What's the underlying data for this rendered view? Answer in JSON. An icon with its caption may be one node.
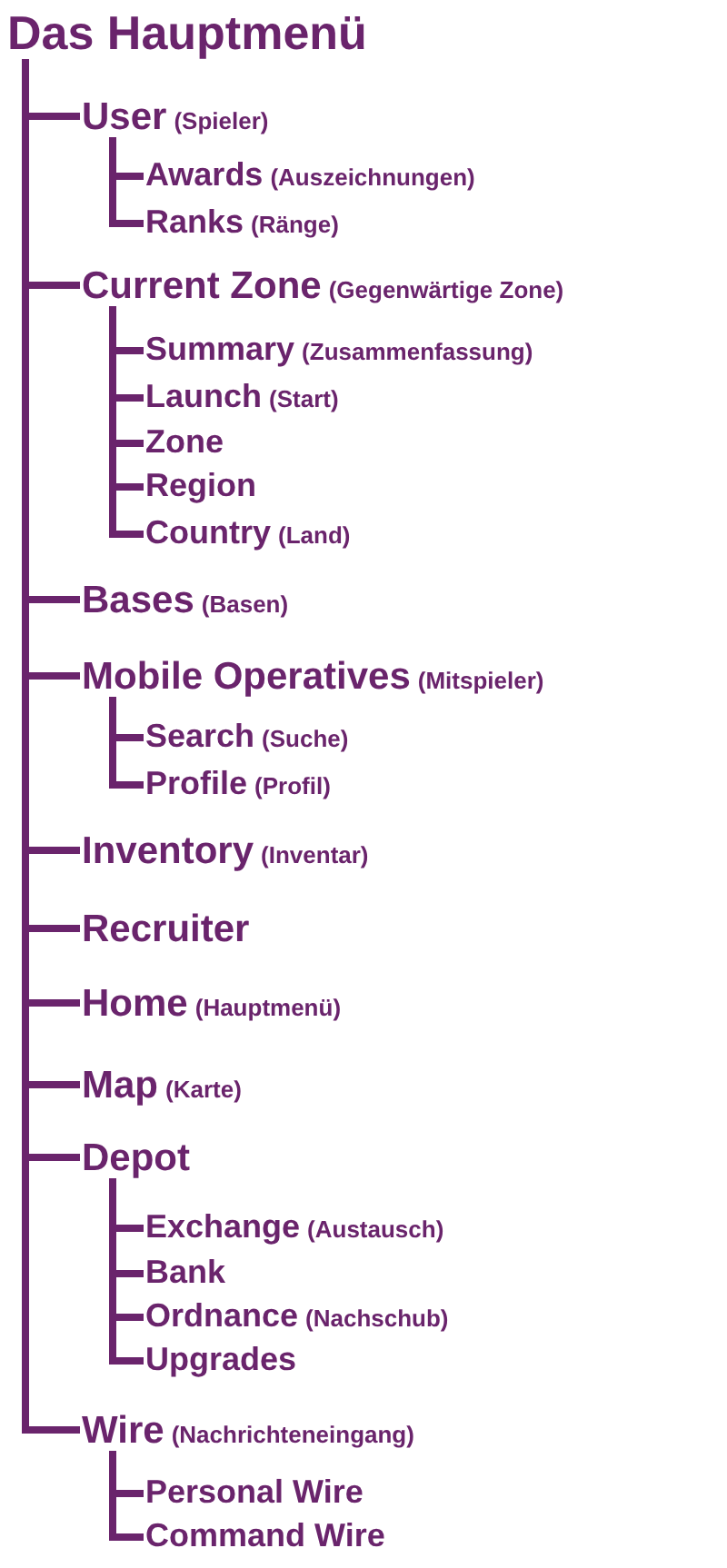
{
  "diagram": {
    "nodes": [
      {
        "text": [
          "Das Hauptmenü"
        ]
      },
      {
        "text": [
          "User",
          "(Spieler)"
        ]
      },
      {
        "text": [
          "Awards",
          "(Auszeichnungen)"
        ]
      },
      {
        "text": [
          "Ranks",
          "(Ränge)"
        ]
      },
      {
        "text": [
          "Current Zone",
          "(Gegenwärtige Zone)"
        ]
      },
      {
        "text": [
          "Summary",
          "(Zusammenfassung)"
        ]
      },
      {
        "text": [
          "Launch",
          "(Start)"
        ]
      },
      {
        "text": [
          "Zone"
        ]
      },
      {
        "text": [
          "Region"
        ]
      },
      {
        "text": [
          "Country",
          "(Land)"
        ]
      },
      {
        "text": [
          "Bases",
          "(Basen)"
        ]
      },
      {
        "text": [
          "Mobile Operatives",
          "(Mitspieler)"
        ]
      },
      {
        "text": [
          "Search",
          "(Suche)"
        ]
      },
      {
        "text": [
          "Profile",
          "(Profil)"
        ]
      },
      {
        "text": [
          "Inventory",
          "(Inventar)"
        ]
      },
      {
        "text": [
          "Recruiter"
        ]
      },
      {
        "text": [
          "Home",
          "(Hauptmenü)"
        ]
      },
      {
        "text": [
          "Map",
          "(Karte)"
        ]
      },
      {
        "text": [
          "Depot"
        ]
      },
      {
        "text": [
          "Exchange",
          "(Austausch)"
        ]
      },
      {
        "text": [
          "Bank"
        ]
      },
      {
        "text": [
          "Ordnance",
          "(Nachschub)"
        ]
      },
      {
        "text": [
          "Upgrades"
        ]
      },
      {
        "text": [
          "Wire",
          "(Nachrichteneingang)"
        ]
      },
      {
        "text": [
          "Personal Wire"
        ]
      },
      {
        "text": [
          "Command Wire"
        ]
      }
    ],
    "edges": [
      {
        "from": 0,
        "to": 1,
        "arrow": "none"
      },
      {
        "from": 1,
        "to": 2,
        "arrow": "none"
      },
      {
        "from": 1,
        "to": 3,
        "arrow": "none"
      },
      {
        "from": 0,
        "to": 4,
        "arrow": "none"
      },
      {
        "from": 4,
        "to": 5,
        "arrow": "none"
      },
      {
        "from": 4,
        "to": 6,
        "arrow": "none"
      },
      {
        "from": 4,
        "to": 7,
        "arrow": "none"
      },
      {
        "from": 4,
        "to": 8,
        "arrow": "none"
      },
      {
        "from": 4,
        "to": 9,
        "arrow": "none"
      },
      {
        "from": 0,
        "to": 10,
        "arrow": "none"
      },
      {
        "from": 0,
        "to": 11,
        "arrow": "none"
      },
      {
        "from": 11,
        "to": 12,
        "arrow": "none"
      },
      {
        "from": 11,
        "to": 13,
        "arrow": "none"
      },
      {
        "from": 0,
        "to": 14,
        "arrow": "none"
      },
      {
        "from": 0,
        "to": 15,
        "arrow": "none"
      },
      {
        "from": 0,
        "to": 16,
        "arrow": "none"
      },
      {
        "from": 0,
        "to": 17,
        "arrow": "none"
      },
      {
        "from": 0,
        "to": 18,
        "arrow": "none"
      },
      {
        "from": 18,
        "to": 19,
        "arrow": "none"
      },
      {
        "from": 18,
        "to": 20,
        "arrow": "none"
      },
      {
        "from": 18,
        "to": 21,
        "arrow": "none"
      },
      {
        "from": 18,
        "to": 22,
        "arrow": "none"
      },
      {
        "from": 0,
        "to": 23,
        "arrow": "none"
      },
      {
        "from": 23,
        "to": 24,
        "arrow": "none"
      },
      {
        "from": 23,
        "to": 25,
        "arrow": "none"
      }
    ]
  }
}
